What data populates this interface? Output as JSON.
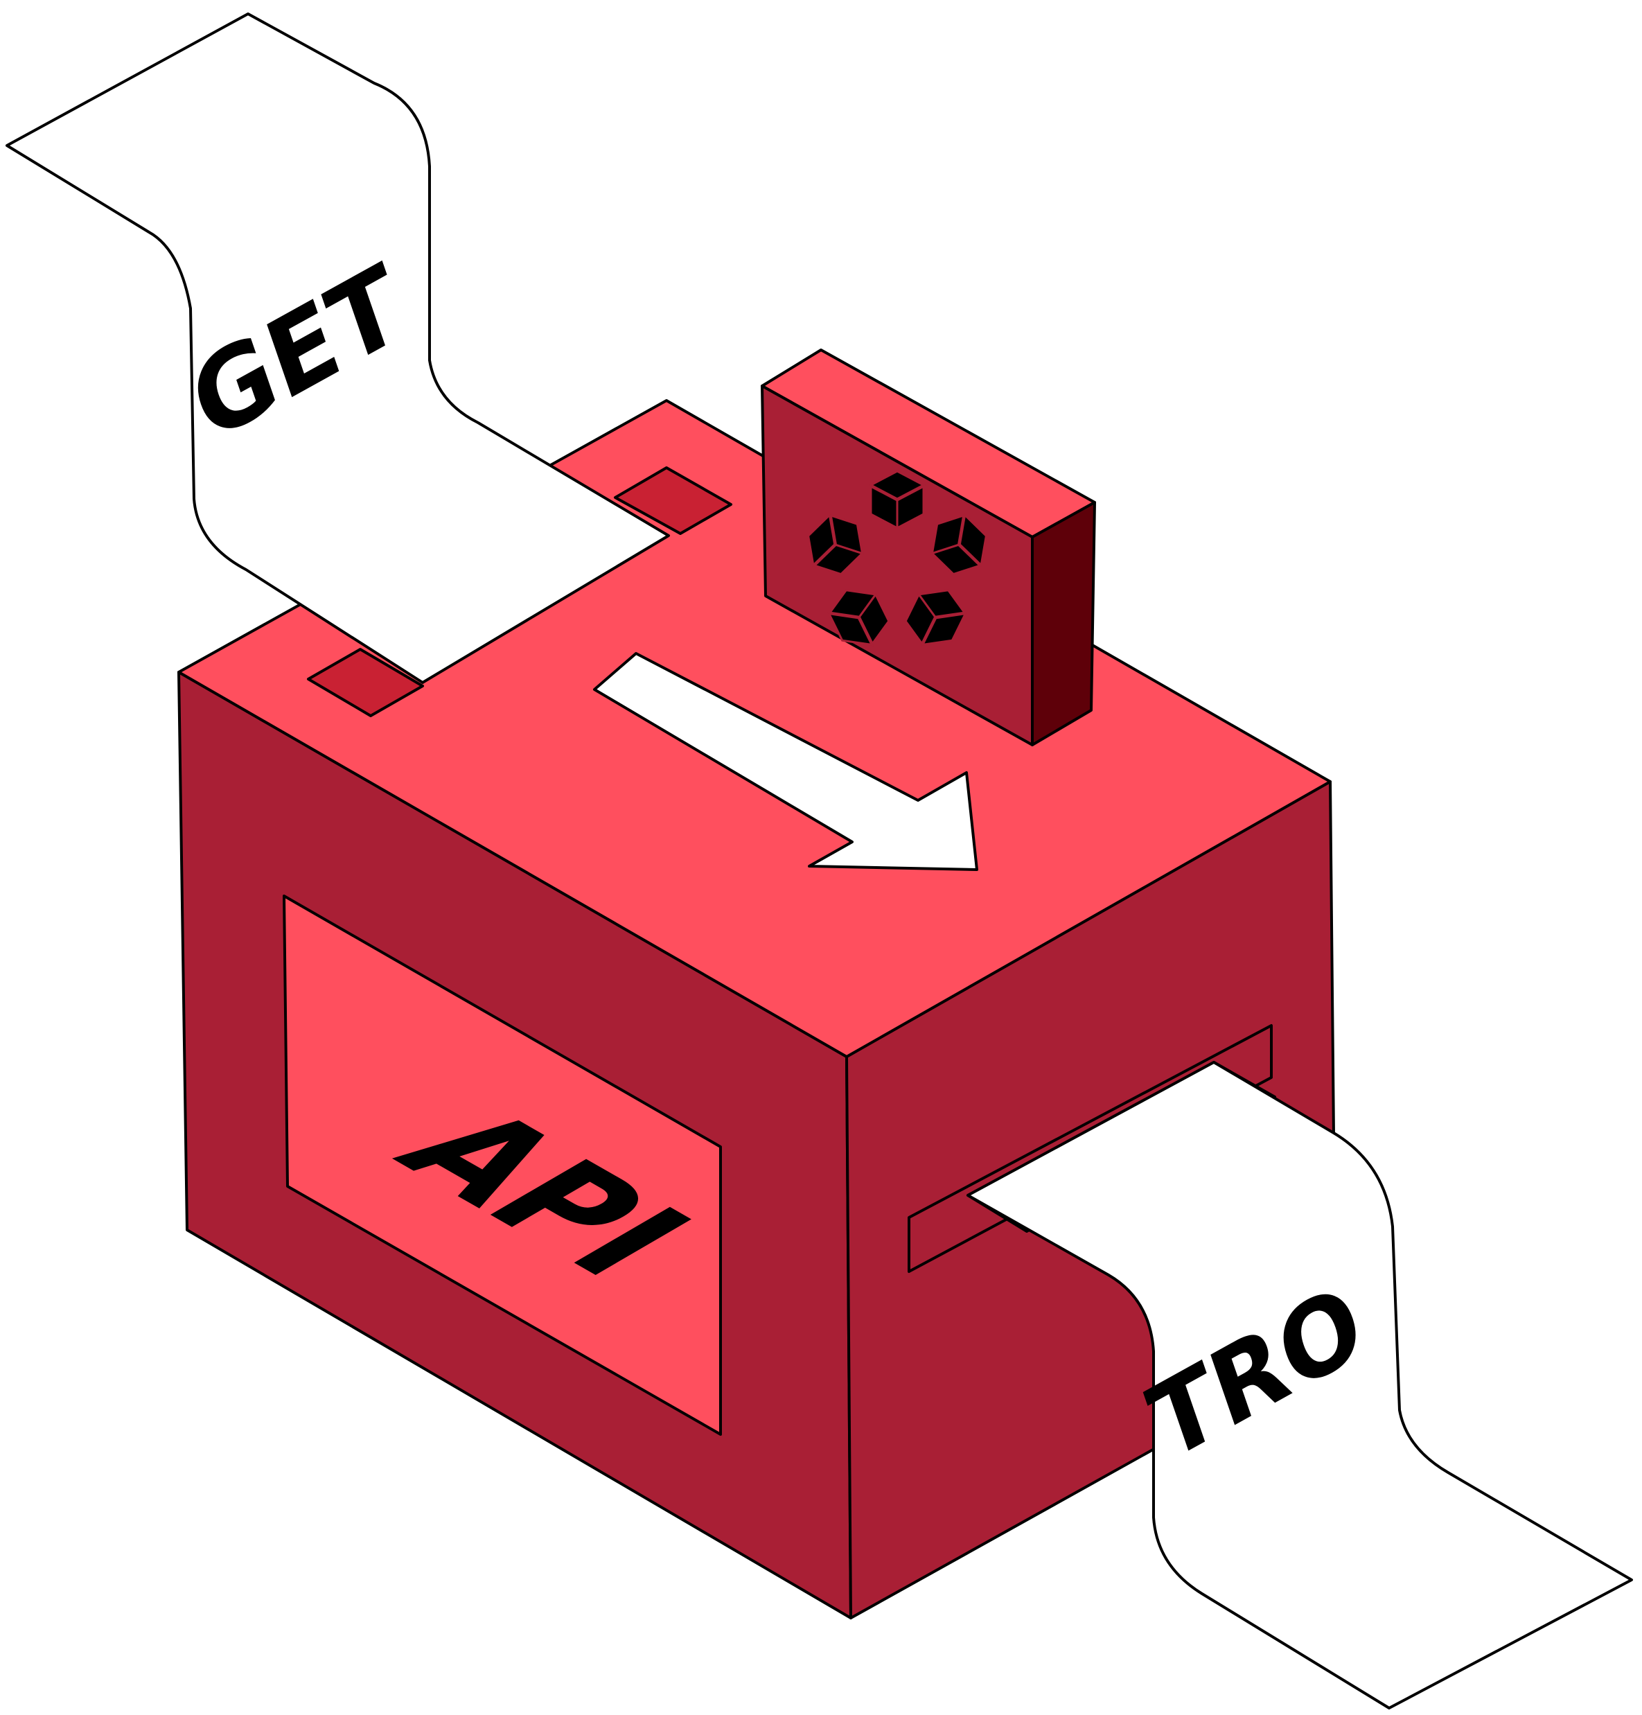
{
  "diagram": {
    "input_tape": {
      "label": "GET"
    },
    "machine": {
      "label": "API"
    },
    "output_tape": {
      "label": "TRO"
    },
    "colors": {
      "face_front": "#A91F35",
      "face_top": "#FF4F5E",
      "face_dark": "#5E0009",
      "slot": "#C92133",
      "tape": "#FFFFFF",
      "outline": "#000000"
    },
    "icons": {
      "badge": "rotating-tiles-icon",
      "direction": "arrow-right-down-icon"
    }
  }
}
